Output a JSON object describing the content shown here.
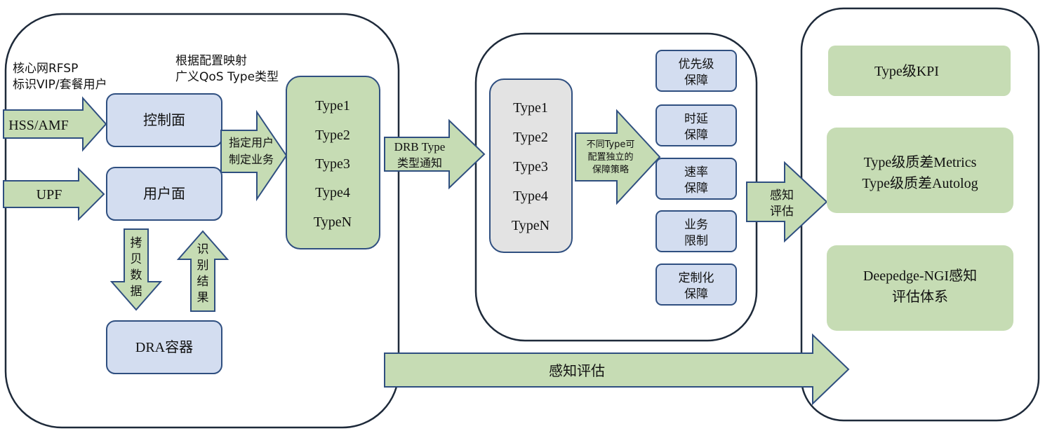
{
  "colors": {
    "green_fill": "#c6dcb4",
    "blue_fill": "#d3ddf0",
    "gray_fill": "#e3e3e3",
    "stroke": "#2f4f80",
    "panel_stroke": "#1e2a3a"
  },
  "left": {
    "annotation_top_left": {
      "line1": "核心网RFSP",
      "line2": "标识VIP/套餐用户"
    },
    "annotation_mapping": {
      "line1": "根据配置映射",
      "line2": "广义QoS Type类型"
    },
    "arrow_hss": "HSS/AMF",
    "arrow_upf": "UPF",
    "control_plane": "控制面",
    "user_plane": "用户面",
    "arrow_assign": {
      "line1": "指定用户",
      "line2": "制定业务"
    },
    "arrow_copy": [
      "拷",
      "贝",
      "数",
      "据"
    ],
    "arrow_identify": [
      "识",
      "别",
      "结",
      "果"
    ],
    "dra_container": "DRA容器",
    "types": [
      "Type1",
      "Type2",
      "Type3",
      "Type4",
      "TypeN"
    ]
  },
  "drb_arrow": {
    "line1": "DRB Type",
    "line2": "类型通知"
  },
  "middle": {
    "types": [
      "Type1",
      "Type2",
      "Type3",
      "Type4",
      "TypeN"
    ],
    "policy_arrow": {
      "line1": "不同Type可",
      "line2": "配置独立的",
      "line3": "保障策略"
    },
    "guarantees": [
      {
        "line1": "优先级",
        "line2": "保障"
      },
      {
        "line1": "时延",
        "line2": "保障"
      },
      {
        "line1": "速率",
        "line2": "保障"
      },
      {
        "line1": "业务",
        "line2": "限制"
      },
      {
        "line1": "定制化",
        "line2": "保障"
      }
    ]
  },
  "perceive_arrow_small": {
    "line1": "感知",
    "line2": "评估"
  },
  "perceive_arrow_bottom": "感知评估",
  "right": {
    "kpi": "Type级KPI",
    "metrics": {
      "line1": "Type级质差Metrics",
      "line2": "Type级质差Autolog"
    },
    "deepedge": {
      "line1": "Deepedge-NGI感知",
      "line2": "评估体系"
    }
  }
}
